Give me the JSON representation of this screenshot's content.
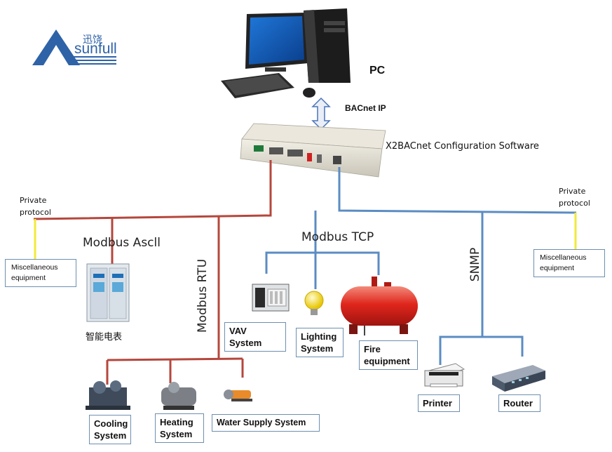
{
  "logo": {
    "brand": "sunfull",
    "chinese": "迅饶",
    "color": "#2f63a8"
  },
  "pc": {
    "label": "PC"
  },
  "gateway": {
    "label": "X2BACnet Configuration Software"
  },
  "links": {
    "bacnet_ip": "BACnet IP",
    "modbus_ascii": "Modbus Ascll",
    "modbus_rtu": "Modbus RTU",
    "modbus_tcp": "Modbus TCP",
    "snmp": "SNMP",
    "private_protocol_left": [
      "Private",
      "protocol"
    ],
    "private_protocol_right": [
      "Private",
      "protocol"
    ]
  },
  "devices": {
    "misc_left": [
      "Miscellaneous",
      "equipment"
    ],
    "misc_right": [
      "Miscellaneous",
      "equipment"
    ],
    "smart_meter": "智能电表",
    "vav": "VAV System",
    "lighting": [
      "Lighting",
      "System"
    ],
    "fire": [
      "Fire",
      "equipment"
    ],
    "printer": "Printer",
    "router": "Router",
    "cooling": [
      "Cooling",
      "System"
    ],
    "heating": [
      "Heating",
      "System"
    ],
    "water": "Water Supply System"
  },
  "colors": {
    "rtu_line": "#b5473c",
    "tcp_line": "#5b8cc3",
    "private_line": "#f2ea3a",
    "box_border": "#6d8fb0"
  }
}
